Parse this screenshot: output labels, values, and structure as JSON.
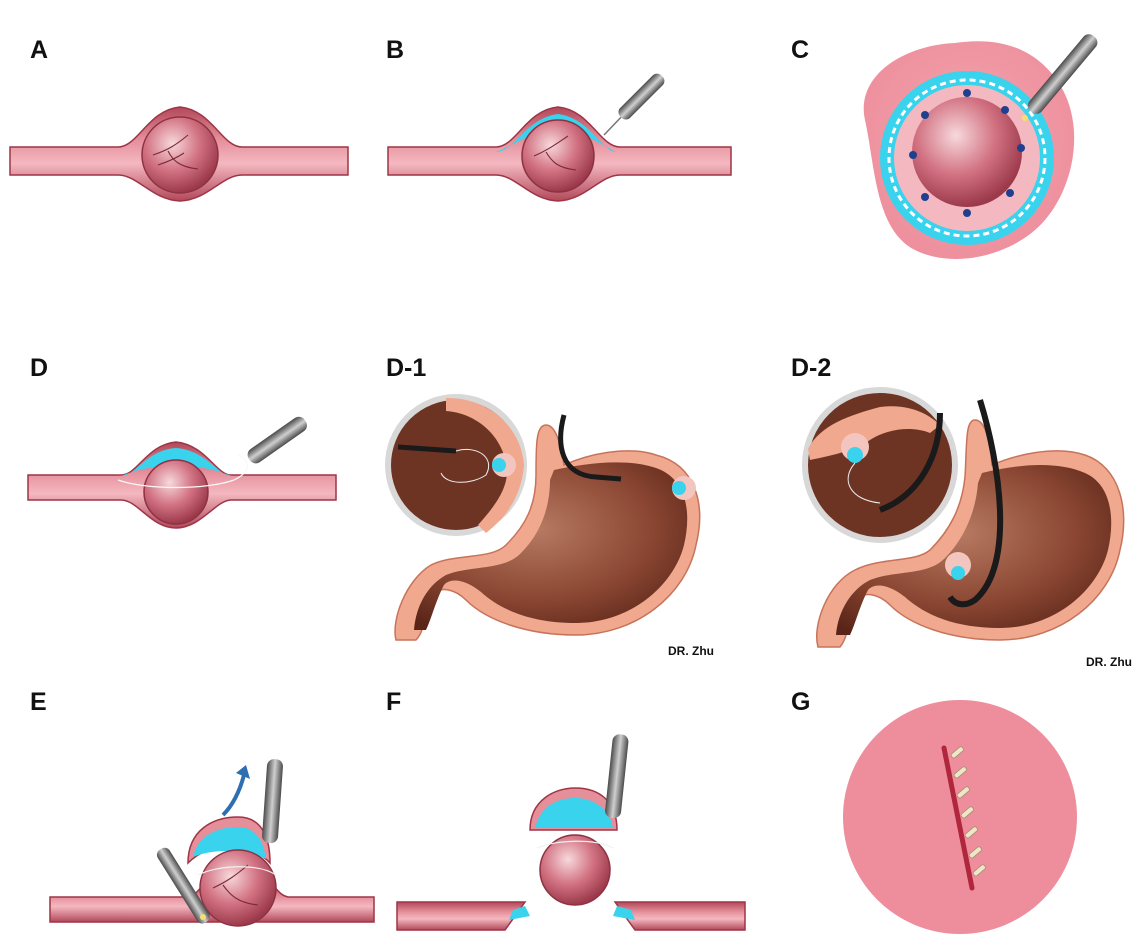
{
  "panels": [
    {
      "id": "A",
      "label": "A"
    },
    {
      "id": "B",
      "label": "B"
    },
    {
      "id": "C",
      "label": "C"
    },
    {
      "id": "D",
      "label": "D"
    },
    {
      "id": "D-1",
      "label": "D-1",
      "credit": "DR. Zhu"
    },
    {
      "id": "D-2",
      "label": "D-2",
      "credit": "DR. Zhu"
    },
    {
      "id": "E",
      "label": "E"
    },
    {
      "id": "F",
      "label": "F"
    },
    {
      "id": "G",
      "label": "G"
    }
  ],
  "colors": {
    "tissue": "#e8909c",
    "tissue_dark": "#b04a5a",
    "mucosa_light": "#f3b7c0",
    "injection": "#39d3ee",
    "tumor": "#c85a6c",
    "tumor_light": "#f5c9cf",
    "instrument": "#8d8d8d",
    "instrument_dark": "#3c3c3c",
    "stomach_wall": "#f0a98f",
    "stomach_inner": "#7a3a2a",
    "arrow": "#2d6fb0",
    "marker_dot": "#1f3f8f"
  }
}
